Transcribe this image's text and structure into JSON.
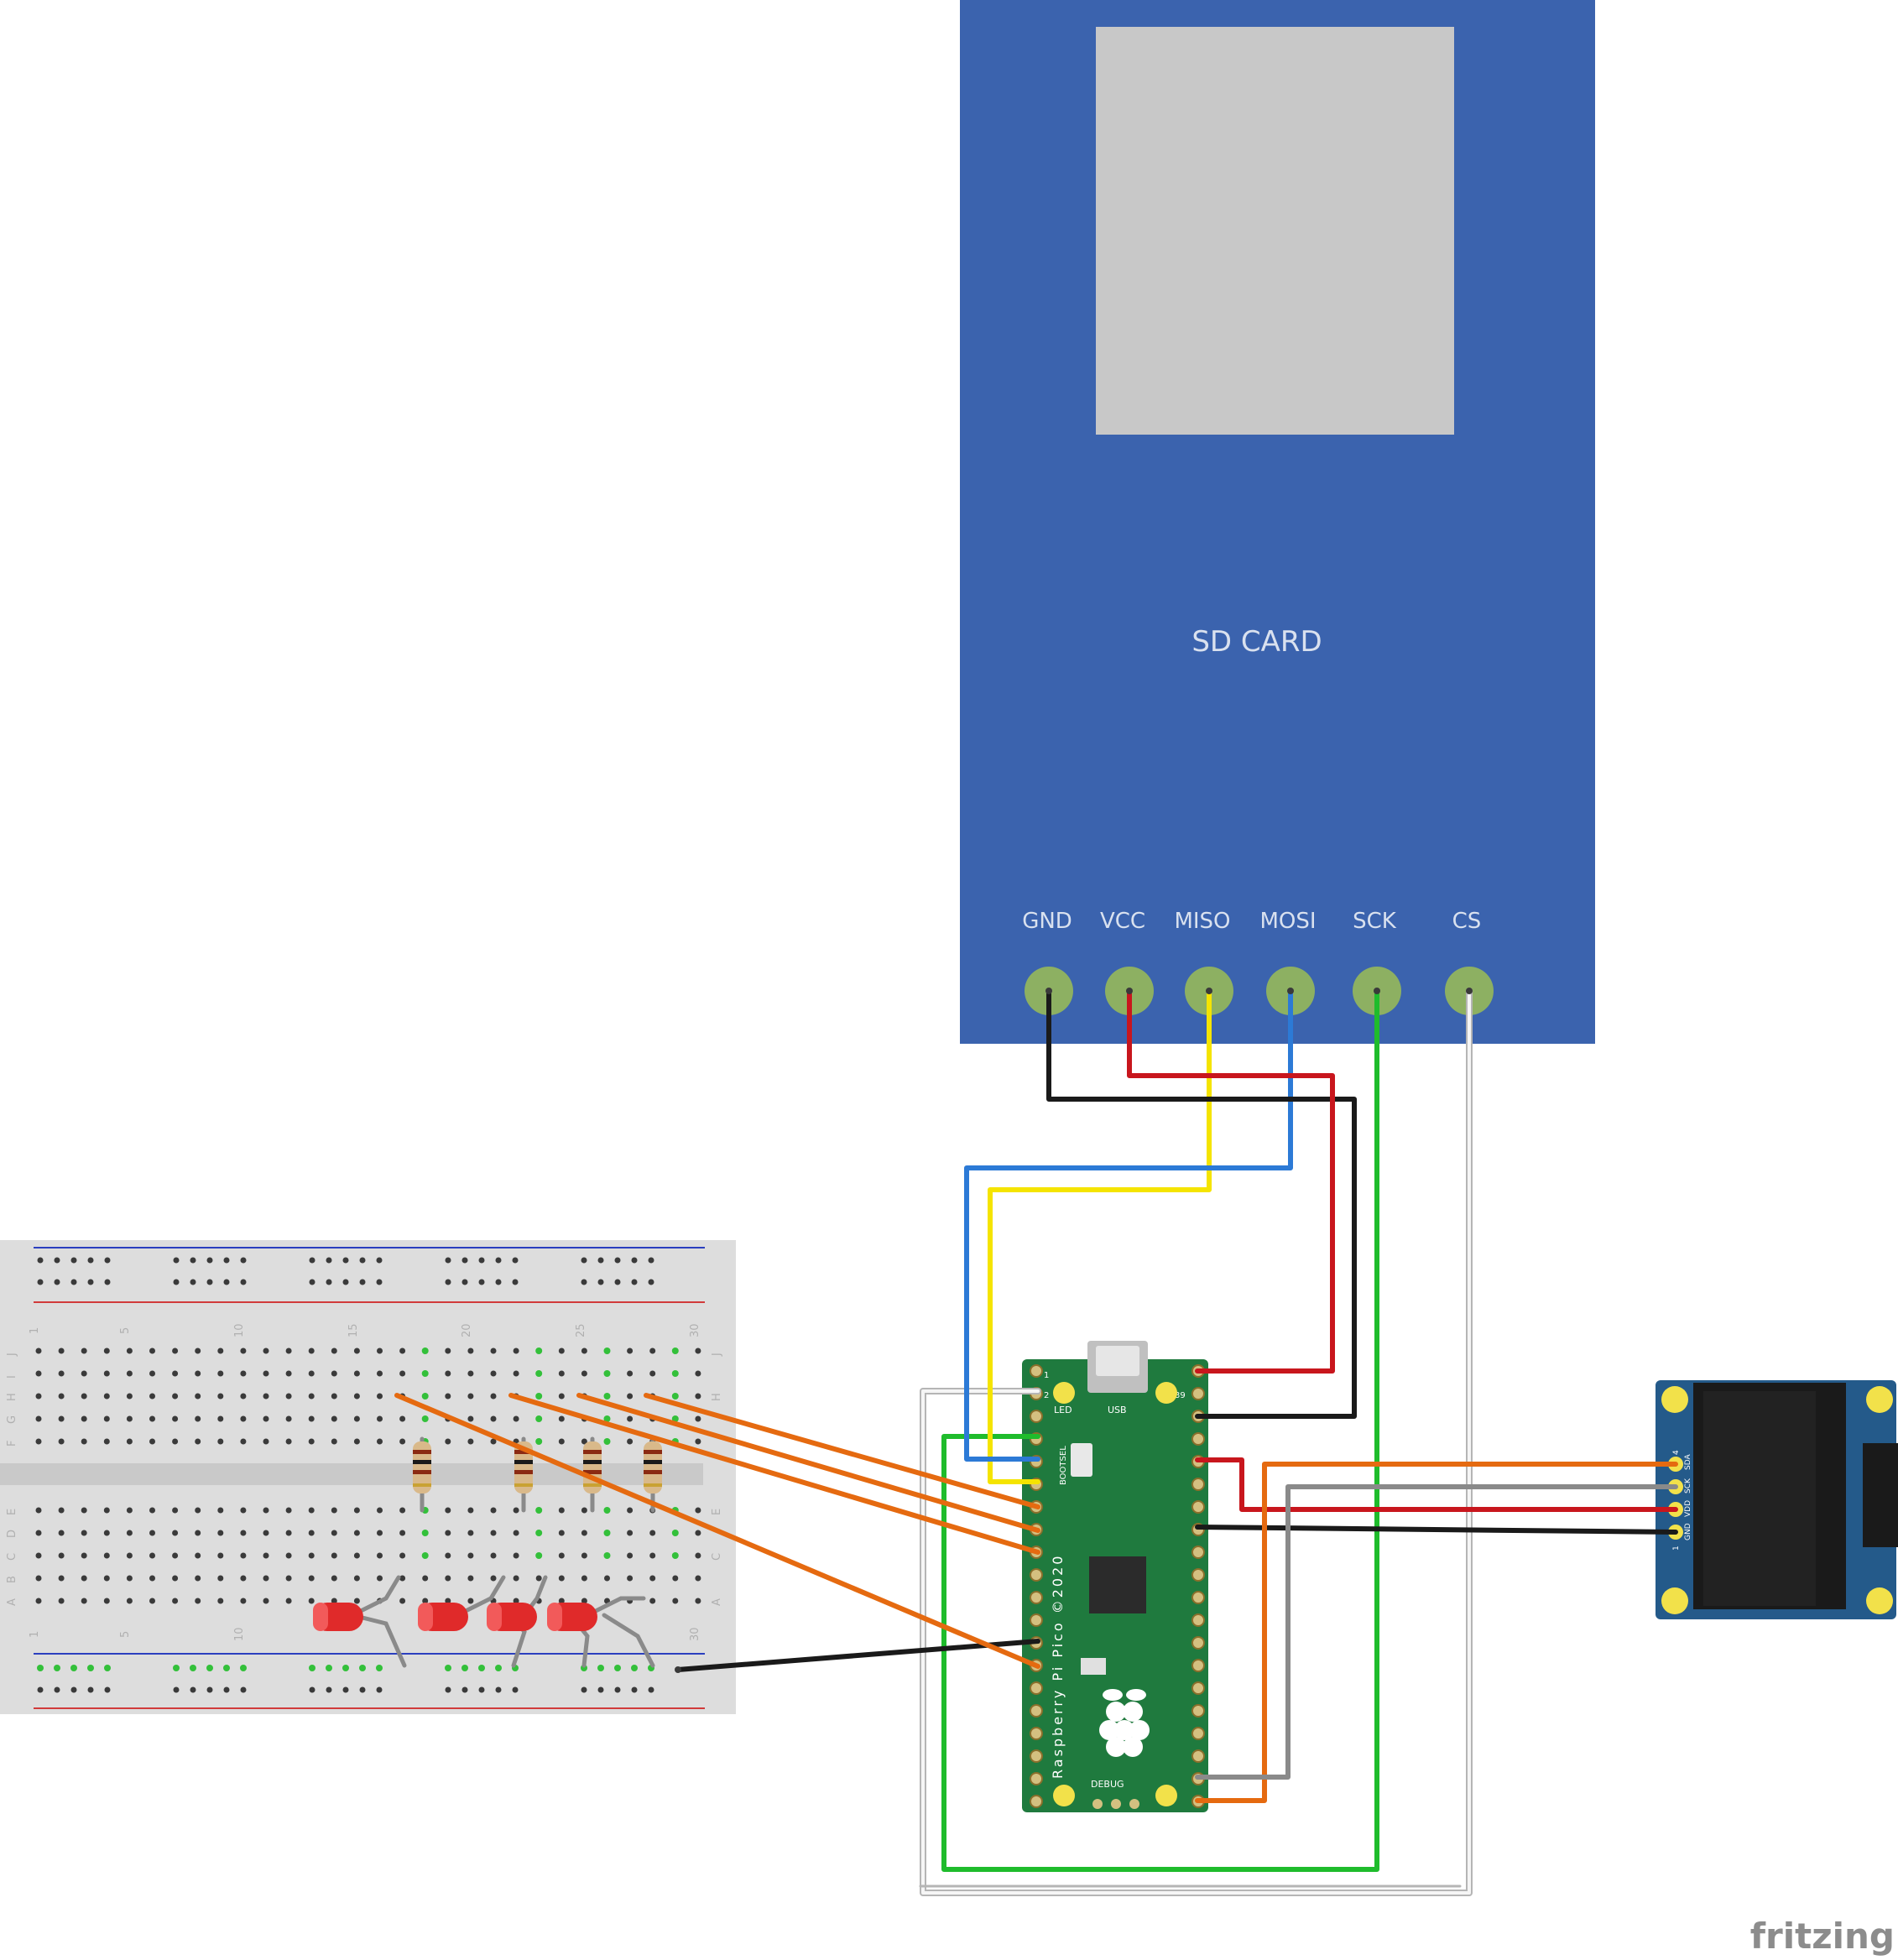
{
  "sd_card": {
    "label": "SD CARD",
    "pins": [
      "GND",
      "VCC",
      "MISO",
      "MOSI",
      "SCK",
      "CS"
    ]
  },
  "breadboard": {
    "row_letters_top": [
      "J",
      "I",
      "H",
      "G",
      "F"
    ],
    "row_letters_bottom": [
      "E",
      "D",
      "C",
      "B",
      "A"
    ],
    "column_numbers": [
      "1",
      "5",
      "10",
      "15",
      "20",
      "25",
      "30"
    ]
  },
  "pico": {
    "name": "Raspberry Pi Pico ©2020",
    "usb_label": "USB",
    "led_label": "LED",
    "bootsel_label": "BOOTSEL",
    "debug_label": "DEBUG",
    "pin_labels": [
      "1",
      "2",
      "39"
    ]
  },
  "oled": {
    "pins": [
      "SDA",
      "SCK",
      "VDD",
      "GND"
    ],
    "pin_numbers": [
      "4",
      "1"
    ]
  },
  "wire_colors": {
    "gnd": "#1a1a1a",
    "vcc": "#c8161d",
    "miso": "#f5e400",
    "mosi": "#2c7ad6",
    "sck": "#1fbc2c",
    "cs": "#e8e8e8",
    "led_signal": "#e56a10",
    "i2c_scl": "#8a8a8a"
  },
  "brand": "fritzing"
}
